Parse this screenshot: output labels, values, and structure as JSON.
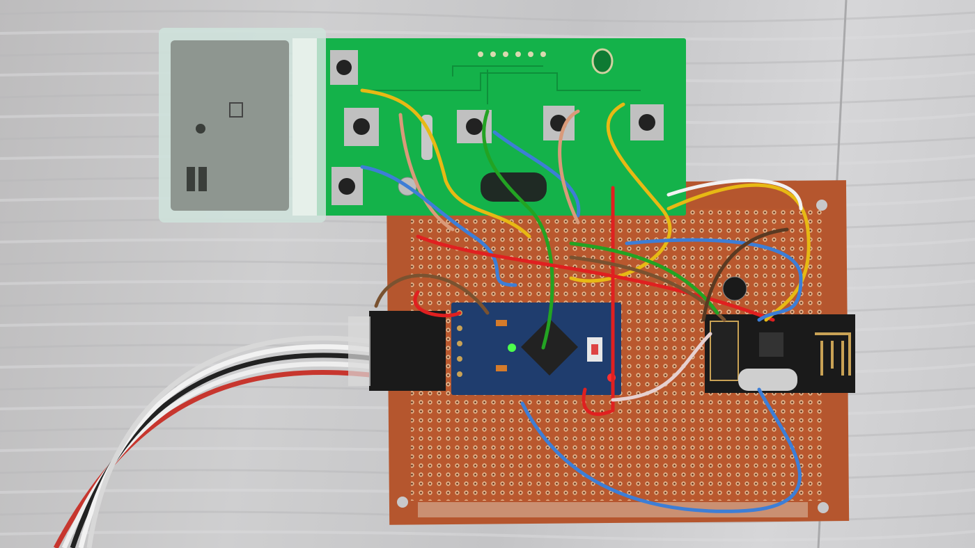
{
  "scene": {
    "colors": {
      "background_wood": "#c8c8ca",
      "green_pcb": "#14b24a",
      "perfboard": "#b5562e",
      "arduino_board": "#1f3d6e",
      "radio_module": "#1a1a1a",
      "lcd": "#8e9690"
    },
    "objects": [
      "lcd-display",
      "green-remote-pcb",
      "perfboard",
      "arduino-pro-mini",
      "nrf24-radio-module",
      "pin-header-connector",
      "jumper-wires",
      "ribbon-cable"
    ]
  }
}
